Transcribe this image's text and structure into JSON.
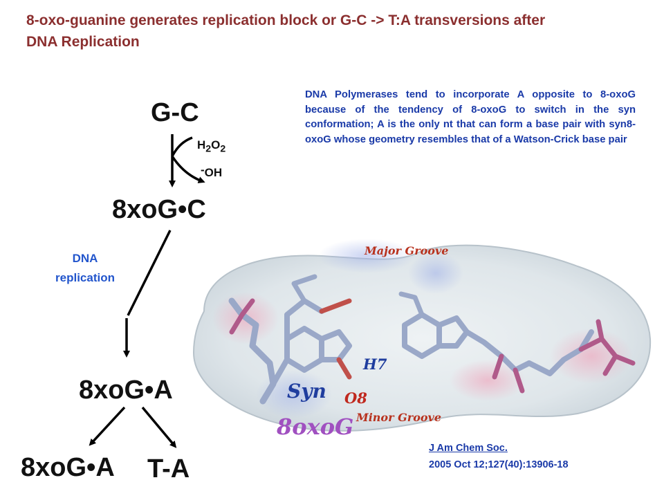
{
  "title": "8-oxo-guanine generates replication block or G-C -> T:A transversions after DNA Replication",
  "pathway": {
    "start": "G-C",
    "oxidized": "8xoG•C",
    "after_replication": "8xoG•A",
    "outcome_left": "8xoG•A",
    "outcome_right": "T-A",
    "reagent_top": "H2O2",
    "reagent_bottom": "OH",
    "step_label_line1": "DNA",
    "step_label_line2": "replication"
  },
  "description": "DNA Polymerases tend to incorporate A opposite to 8-oxoG because of the tendency of 8-oxoG to switch in the syn conformation; A is the only nt that can form a base pair with syn8-oxoG whose geometry resembles that of a Watson-Crick base pair",
  "figure_labels": {
    "major_groove": "Major Groove",
    "minor_groove": "Minor Groove",
    "h7": "H7",
    "o8": "O8",
    "syn": "Syn",
    "oxog": "8oxoG"
  },
  "citation": {
    "journal": "J Am Chem Soc.",
    "detail": "2005 Oct 12;127(40):13906-18"
  },
  "colors": {
    "title": "#8b2f2f",
    "body_text": "#1a3aa8",
    "step_label": "#2255cc",
    "major_groove": "#b8321e",
    "minor_groove": "#b8321e",
    "h7": "#1f3d9e",
    "syn": "#1f3d9e",
    "o8": "#c0281e",
    "oxog": "#a050c0"
  }
}
